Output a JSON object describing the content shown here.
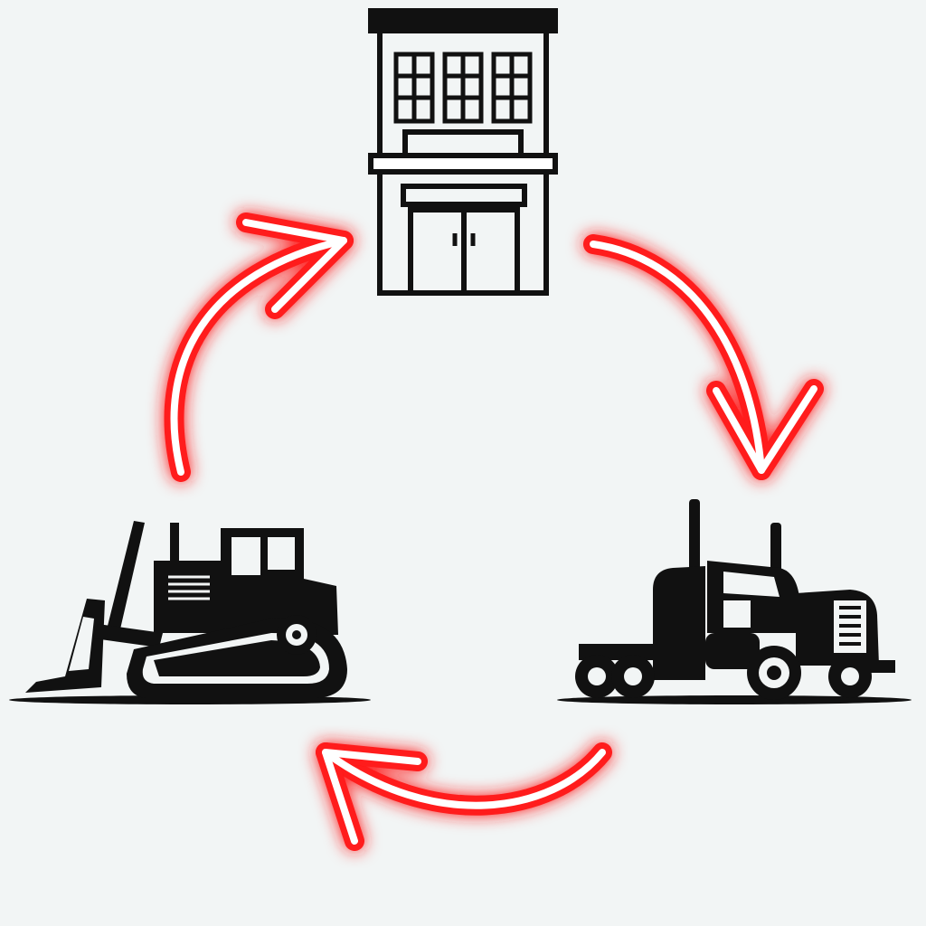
{
  "diagram": {
    "type": "cycle",
    "nodes": [
      {
        "id": "building",
        "icon": "storefront-building-icon"
      },
      {
        "id": "truck",
        "icon": "semi-truck-icon"
      },
      {
        "id": "bulldozer",
        "icon": "bulldozer-icon"
      }
    ],
    "edges": [
      {
        "from": "building",
        "to": "truck"
      },
      {
        "from": "truck",
        "to": "bulldozer"
      },
      {
        "from": "bulldozer",
        "to": "building"
      }
    ]
  },
  "colors": {
    "background": "#f2f5f5",
    "icon": "#111111",
    "arrow_glow": "#ff1a1a",
    "arrow_core": "#ffffff",
    "arrow_outline": "#e0001a"
  }
}
